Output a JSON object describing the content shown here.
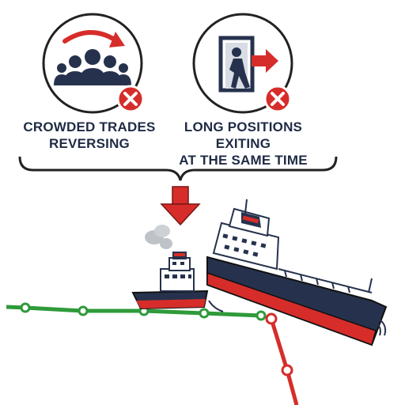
{
  "labels": {
    "crowded_trades": {
      "line1": "CROWDED TRADES",
      "line2": "REVERSING"
    },
    "long_positions": {
      "line1": "LONG POSITIONS EXITING",
      "line2": "AT THE SAME TIME"
    }
  },
  "icons": {
    "left": "crowd-reversing-icon",
    "right": "exit-door-icon",
    "cancel": "x-mark-icon",
    "arrow": "down-arrow-icon",
    "tugboat": "tugboat-icon",
    "ship": "sinking-tanker-icon"
  },
  "colors": {
    "navy": "#26324d",
    "red": "#d62d2a",
    "green": "#2f9a3a",
    "outline": "#222222"
  }
}
